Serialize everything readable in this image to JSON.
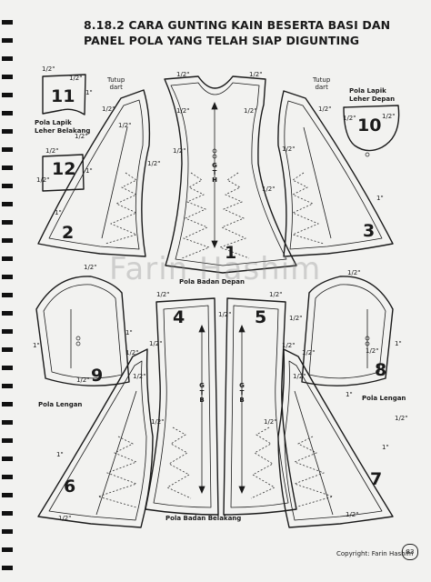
{
  "title_line1": "8.18.2 CARA GUNTING KAIN BESERTA BASI DAN",
  "title_line2": "PANEL POLA YANG TELAH SIAP DIGUNTING",
  "watermark": "Farin Hashim",
  "piece_numbers": {
    "p1": "1",
    "p2": "2",
    "p3": "3",
    "p4": "4",
    "p5": "5",
    "p6": "6",
    "p7": "7",
    "p8": "8",
    "p9": "9",
    "p10": "10",
    "p11": "11",
    "p12": "12"
  },
  "labels": {
    "pola_lapik_leher_belakang": "Pola Lapik\nLeher Belakang",
    "pola_lapik_leher_depan": "Pola Lapik\nLeher Depan",
    "pola_badan_depan": "Pola Badan Depan",
    "pola_badan_belakang": "Pola Badan Belakang",
    "pola_lengan": "Pola Lengan",
    "tutup_dart": "Tutup\ndart",
    "gth": "G T H",
    "gtb": "G T B"
  },
  "allowances": {
    "half_inch": "1/2\"",
    "one_inch": "1\""
  },
  "footer": {
    "copyright": "Copyright: Farin Hashim",
    "page_number": "83"
  }
}
